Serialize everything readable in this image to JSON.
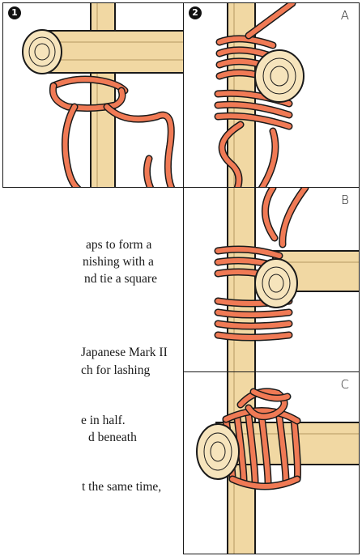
{
  "panels": {
    "step1_number": "1",
    "step2_number": "2",
    "letter_a": "A",
    "letter_b": "B",
    "letter_c": "C"
  },
  "text_lines": [
    "aps to form a",
    "nishing with a",
    "nd tie a square",
    "Japanese Mark II",
    "ch for lashing",
    "e in half.",
    "d beneath",
    "t the same time,"
  ],
  "colors": {
    "rope": "#f07a55",
    "wood": "#f1d8a3",
    "outline": "#1a1a1a"
  }
}
